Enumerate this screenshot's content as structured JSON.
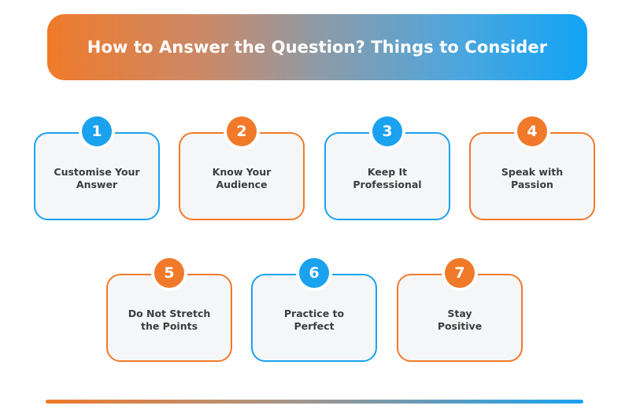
{
  "banner": {
    "title": "How to Answer the Question? Things to Consider"
  },
  "colors": {
    "orange": "#f07a2a",
    "blue": "#1aa2ef",
    "card_bg": "#f5f6f8",
    "text": "#3d3d3d"
  },
  "steps": [
    {
      "number": "1",
      "label": "Customise Your Answer",
      "color": "blue"
    },
    {
      "number": "2",
      "label": "Know Your Audience",
      "color": "orange"
    },
    {
      "number": "3",
      "label": "Keep It Professional",
      "color": "blue"
    },
    {
      "number": "4",
      "label": "Speak with Passion",
      "color": "orange"
    },
    {
      "number": "5",
      "label": "Do Not Stretch the Points",
      "color": "orange"
    },
    {
      "number": "6",
      "label": "Practice to Perfect",
      "color": "blue"
    },
    {
      "number": "7",
      "label": "Stay Positive",
      "color": "orange"
    }
  ]
}
